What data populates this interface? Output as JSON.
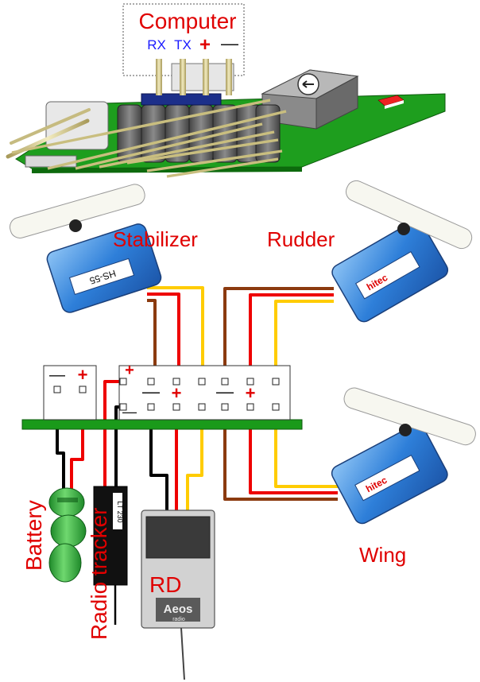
{
  "title": "Computer",
  "computer_pins": {
    "rx": "RX",
    "tx": "TX",
    "plus": "+",
    "minus": "—"
  },
  "labels": {
    "stabilizer": "Stabilizer",
    "rudder": "Rudder",
    "wing": "Wing",
    "battery": "Battery",
    "radio_tracker": "Radio tracker",
    "rd": "RD"
  },
  "board_marks": {
    "plus": "+",
    "minus": "—"
  },
  "component_text": {
    "servo_brand": "hitec",
    "servo_model": "HS-55",
    "receiver_brand": "Aeos",
    "receiver_sub": "radio",
    "tracker_code": "LT 230"
  },
  "colors": {
    "wire_red": "#ee0000",
    "wire_black": "#000000",
    "wire_brown": "#8b3a0f",
    "wire_yellow": "#ffcc00",
    "pcb_green": "#1a9a1a",
    "servo_blue": "#2e7fd9",
    "battery_green": "#2fae3a",
    "label_red": "#e00000",
    "label_blue": "#1a1aff"
  }
}
